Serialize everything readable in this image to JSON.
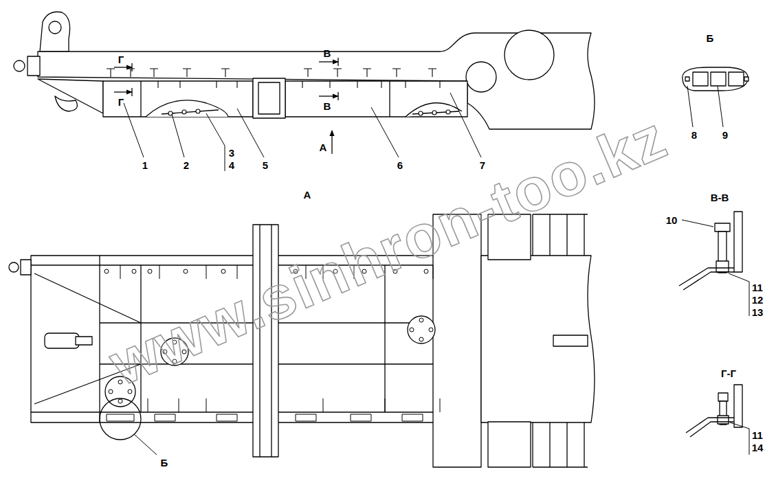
{
  "diagram": {
    "labels": [
      "Б",
      "1",
      "2",
      "3",
      "4",
      "5",
      "6",
      "7",
      "Г",
      "Г",
      "В",
      "В",
      "А",
      "А",
      "8",
      "9",
      "В-В",
      "10",
      "11",
      "12",
      "13",
      "Г-Г",
      "11",
      "14",
      "Б",
      "www.sinhron-too.kz"
    ]
  }
}
